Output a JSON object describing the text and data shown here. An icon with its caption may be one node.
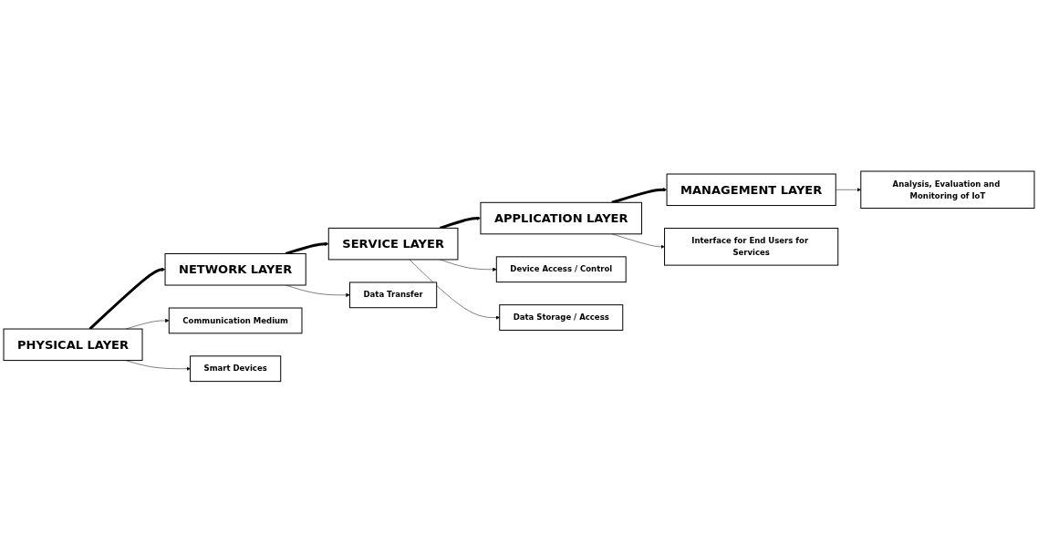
{
  "diagram": {
    "nodes": [
      {
        "text": [
          "MANAGEMENT LAYER"
        ]
      },
      {
        "text": [
          "Analysis, Evaluation and Monitoring of IoT"
        ]
      },
      {
        "text": [
          "APPLICATION LAYER"
        ]
      },
      {
        "text": [
          "Interface for End Users for Services"
        ]
      },
      {
        "text": [
          "SERVICE LAYER"
        ]
      },
      {
        "text": [
          "Device Access / Control"
        ]
      },
      {
        "text": [
          "Data Storage / Access"
        ]
      },
      {
        "text": [
          "NETWORK LAYER"
        ]
      },
      {
        "text": [
          "Data Transfer"
        ]
      },
      {
        "text": [
          "PHYSICAL LAYER"
        ]
      },
      {
        "text": [
          "Communication Medium"
        ]
      },
      {
        "text": [
          "Smart Devices"
        ]
      }
    ],
    "edges": [
      {
        "from": 0,
        "to": 1,
        "arrow": "to"
      },
      {
        "from": 2,
        "to": 0,
        "arrow": "to",
        "style": "thick"
      },
      {
        "from": 2,
        "to": 3,
        "arrow": "to"
      },
      {
        "from": 4,
        "to": 2,
        "arrow": "to",
        "style": "thick"
      },
      {
        "from": 4,
        "to": 5,
        "arrow": "to"
      },
      {
        "from": 4,
        "to": 6,
        "arrow": "to"
      },
      {
        "from": 7,
        "to": 4,
        "arrow": "to",
        "style": "thick"
      },
      {
        "from": 7,
        "to": 8,
        "arrow": "to"
      },
      {
        "from": 9,
        "to": 7,
        "arrow": "to",
        "style": "thick"
      },
      {
        "from": 9,
        "to": 10,
        "arrow": "to"
      },
      {
        "from": 9,
        "to": 11,
        "arrow": "to"
      }
    ]
  }
}
